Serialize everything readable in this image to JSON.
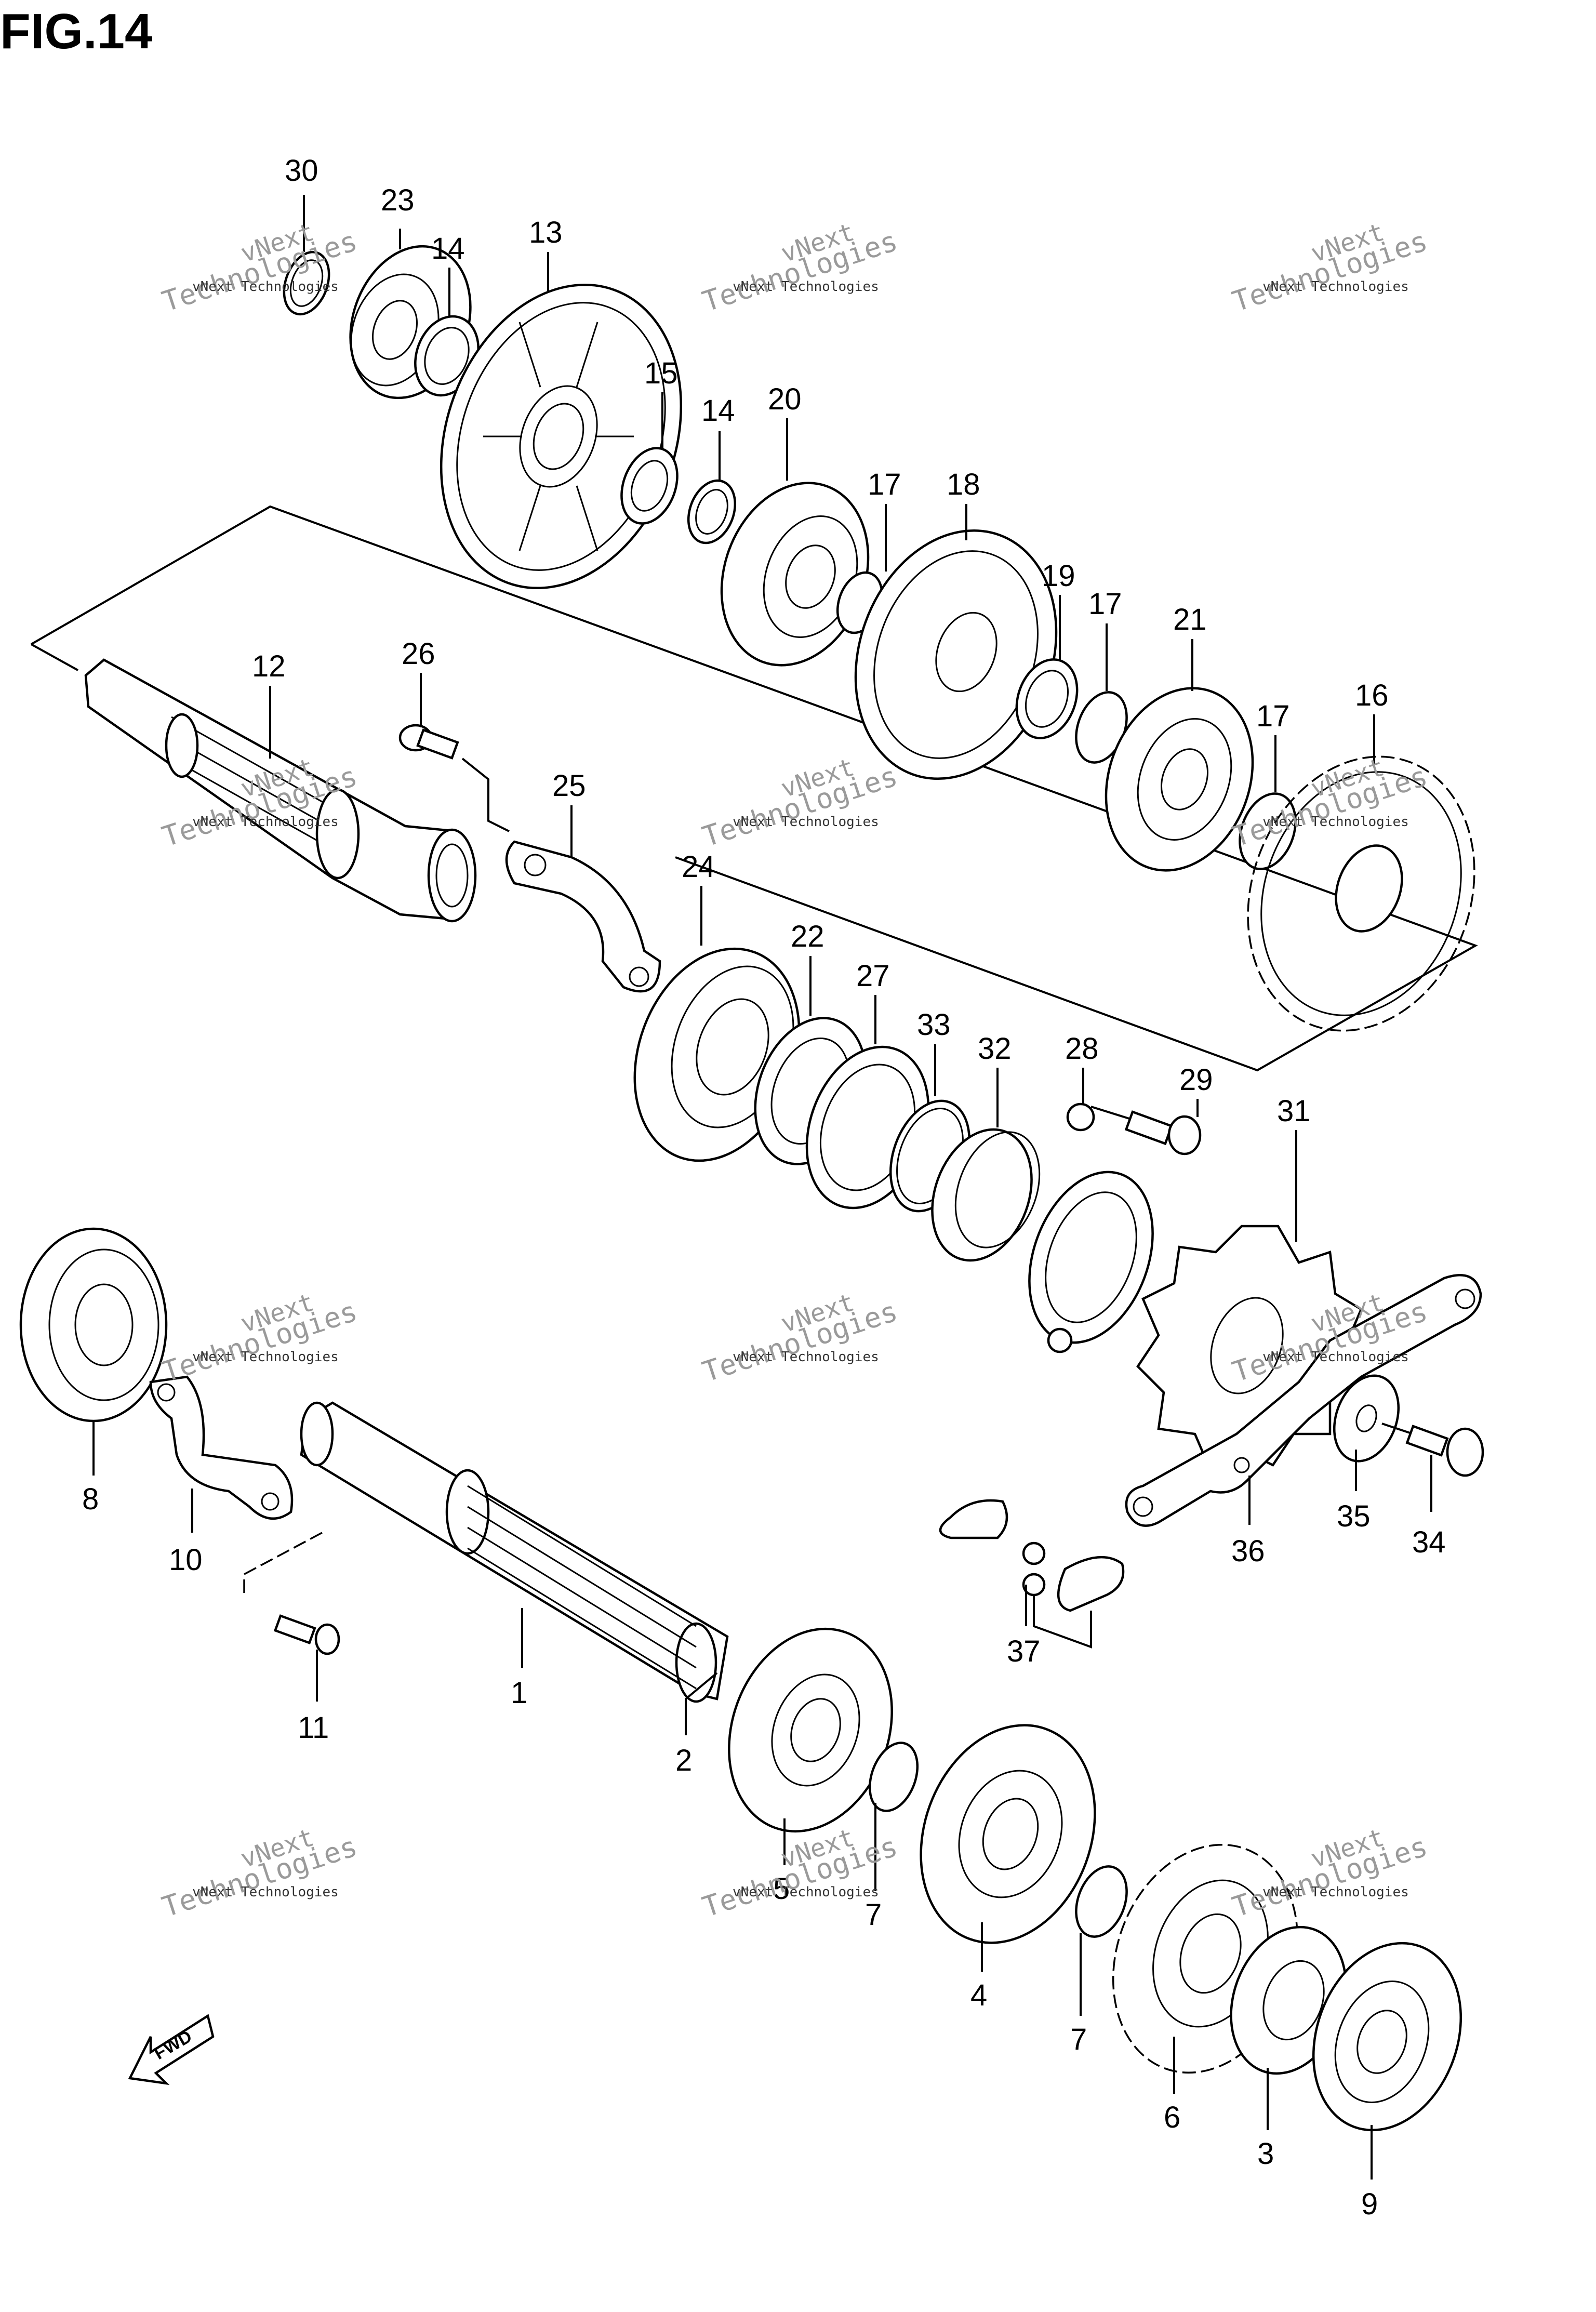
{
  "figure": {
    "title": "FIG.14"
  },
  "watermark": {
    "line1": "vNext",
    "line2": "Technologies",
    "sub": "vNext Technologies"
  },
  "fwd_label": "FWD",
  "parts": {
    "p1": "1",
    "p2": "2",
    "p3": "3",
    "p4": "4",
    "p5": "5",
    "p6": "6",
    "p7a": "7",
    "p7b": "7",
    "p8": "8",
    "p9": "9",
    "p10": "10",
    "p11": "11",
    "p12": "12",
    "p13": "13",
    "p14a": "14",
    "p14b": "14",
    "p15": "15",
    "p16": "16",
    "p17a": "17",
    "p17b": "17",
    "p17c": "17",
    "p18": "18",
    "p19": "19",
    "p20": "20",
    "p21": "21",
    "p22": "22",
    "p23": "23",
    "p24": "24",
    "p25": "25",
    "p26": "26",
    "p27": "27",
    "p28": "28",
    "p29": "29",
    "p30": "30",
    "p31": "31",
    "p32": "32",
    "p33": "33",
    "p34": "34",
    "p35": "35",
    "p36": "36",
    "p37": "37"
  }
}
